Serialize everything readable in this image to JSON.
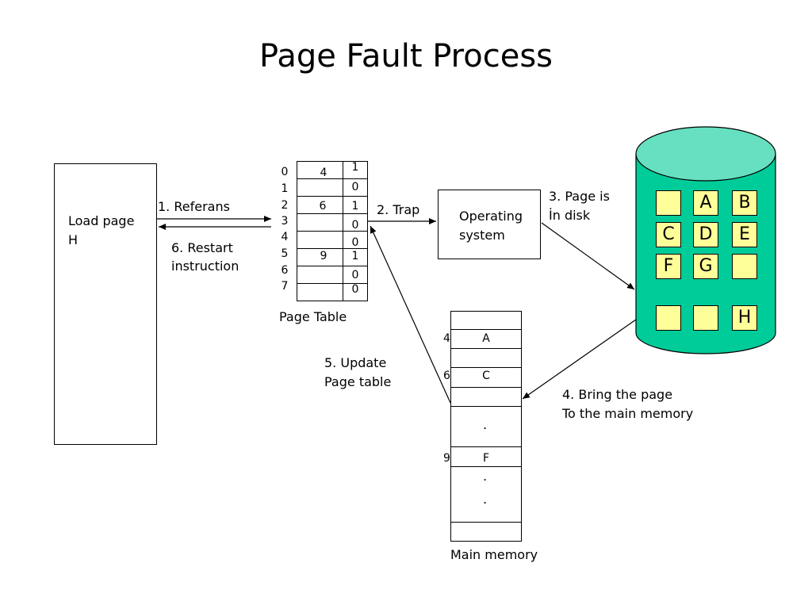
{
  "title": "Page Fault Process",
  "process": {
    "label_line1": "Load page",
    "label_line2": "H"
  },
  "arrows": {
    "step1": "1. Referans",
    "step2": "2. Trap",
    "step3_line1": "3. Page is",
    "step3_line2": "İn disk",
    "step4_line1": "4. Bring the page",
    "step4_line2": "To the main memory",
    "step5_line1": "5. Update",
    "step5_line2": "Page table",
    "step6_line1": "6. Restart",
    "step6_line2": "instruction"
  },
  "os": {
    "line1": "Operating",
    "line2": "system"
  },
  "page_table": {
    "caption": "Page Table",
    "indices": [
      "0",
      "1",
      "2",
      "3",
      "4",
      "5",
      "6",
      "7"
    ],
    "frames": [
      "4",
      "",
      "6",
      "",
      "",
      "9",
      "",
      ""
    ],
    "bits": [
      "1",
      "0",
      "1",
      "0",
      "0",
      "1",
      "0",
      "0"
    ]
  },
  "main_memory": {
    "caption": "Main memory",
    "entries": [
      {
        "index": "4",
        "content": "A"
      },
      {
        "index": "6",
        "content": "C"
      },
      {
        "index": "9",
        "content": "F"
      }
    ],
    "dots": [
      ".",
      ".",
      "."
    ]
  },
  "disk": {
    "slots": [
      "",
      "A",
      "B",
      "C",
      "D",
      "E",
      "F",
      "G",
      "",
      "",
      "",
      "H"
    ],
    "fill_color": "#00cc99",
    "top_color": "#66e0c0",
    "slot_color": "#ffff99"
  }
}
